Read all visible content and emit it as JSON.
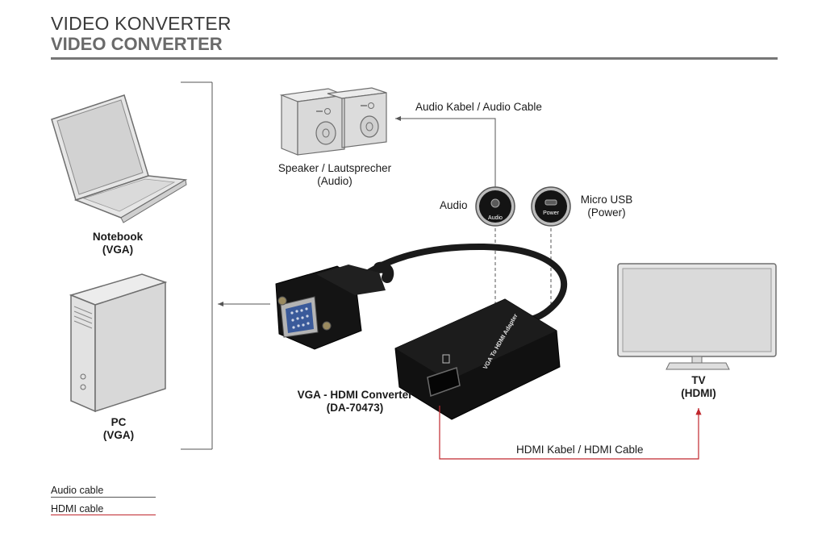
{
  "header": {
    "title_de": "VIDEO KONVERTER",
    "title_en": "VIDEO CONVERTER"
  },
  "nodes": {
    "notebook": {
      "line1": "Notebook",
      "line2": "(VGA)"
    },
    "pc": {
      "line1": "PC",
      "line2": "(VGA)"
    },
    "speaker": {
      "line1": "Speaker / Lautsprecher",
      "line2": "(Audio)"
    },
    "converter": {
      "line1": "VGA - HDMI Converter",
      "line2": "(DA-70473)",
      "side_text": "VGA To HDMI Adapter"
    },
    "tv": {
      "line1": "TV",
      "line2": "(HDMI)"
    },
    "audio_port": {
      "label": "Audio",
      "inner_text": "Audio"
    },
    "power_port": {
      "line1": "Micro USB",
      "line2": "(Power)",
      "inner_text": "Power"
    }
  },
  "cables": {
    "audio": "Audio Kabel / Audio Cable",
    "hdmi": "HDMI Kabel / HDMI Cable"
  },
  "legend": {
    "audio": "Audio cable",
    "hdmi": "HDMI cable"
  },
  "colors": {
    "audio_line": "#555555",
    "hdmi_line": "#c0272d",
    "device_fill": "#e6e6e6",
    "device_stroke": "#6e6e6e",
    "adapter": "#111111"
  }
}
